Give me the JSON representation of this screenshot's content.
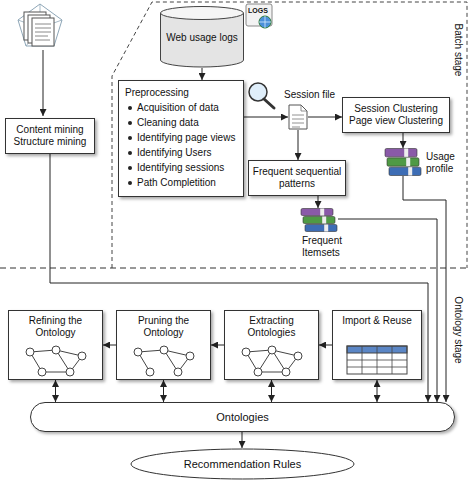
{
  "diagram": {
    "nodes": [
      {
        "text": [
          "Content mining Structure mining"
        ]
      },
      {
        "text": [
          "Web usage logs"
        ]
      },
      {
        "text": [
          "Preprocessing",
          "Acquisition of data",
          "Cleaning data",
          "Identifying page views",
          "Identifying Users",
          "Identifying sessions",
          "Path Completition"
        ]
      },
      {
        "text": [
          "Session file"
        ]
      },
      {
        "text": [
          "Session Clustering Page view Clustering"
        ]
      },
      {
        "text": [
          "Frequent sequential patterns"
        ]
      },
      {
        "text": [
          "Frequent Itemsets"
        ]
      },
      {
        "text": [
          "Usage profile"
        ]
      },
      {
        "text": [
          "Refining the Ontology"
        ]
      },
      {
        "text": [
          "Pruning the Ontology"
        ]
      },
      {
        "text": [
          "Extracting Ontologies"
        ]
      },
      {
        "text": [
          "Import & Reuse"
        ]
      },
      {
        "text": [
          "Ontologies"
        ]
      },
      {
        "text": [
          "Recommendation Rules"
        ]
      }
    ],
    "edges": [
      {
        "from": 1,
        "to": 2,
        "arrow": "to"
      },
      {
        "from": 2,
        "to": 3,
        "arrow": "to"
      },
      {
        "from": 3,
        "to": 4,
        "arrow": "to"
      },
      {
        "from": 3,
        "to": 5,
        "arrow": "to"
      },
      {
        "from": 5,
        "to": 6,
        "arrow": "to"
      },
      {
        "from": 4,
        "to": 7,
        "arrow": "to"
      },
      {
        "from": 0,
        "to": 12,
        "arrow": "to"
      },
      {
        "from": 6,
        "to": 12,
        "arrow": "to"
      },
      {
        "from": 7,
        "to": 12,
        "arrow": "to"
      },
      {
        "from": 11,
        "to": 10,
        "arrow": "to"
      },
      {
        "from": 10,
        "to": 9,
        "arrow": "to"
      },
      {
        "from": 9,
        "to": 8,
        "arrow": "to"
      },
      {
        "from": 8,
        "to": 12,
        "arrow": "both"
      },
      {
        "from": 9,
        "to": 12,
        "arrow": "both"
      },
      {
        "from": 10,
        "to": 12,
        "arrow": "both"
      },
      {
        "from": 11,
        "to": 12,
        "arrow": "both"
      },
      {
        "from": 12,
        "to": 13,
        "arrow": "to"
      }
    ],
    "labels": [
      "LOGS",
      "Batch stage",
      "Ontology stage"
    ]
  }
}
